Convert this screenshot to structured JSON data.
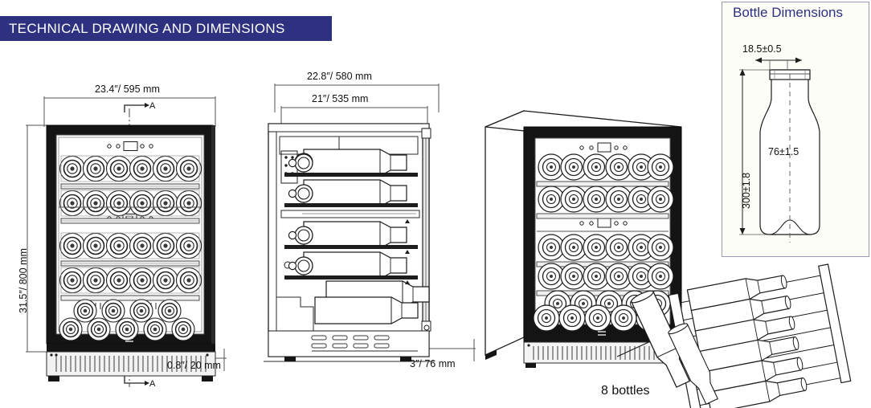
{
  "page": {
    "title": "TECHNICAL DRAWING AND DIMENSIONS",
    "background": "#ffffff",
    "accent_blue": "#2e3180"
  },
  "header": {
    "label": "TECHNICAL DRAWING AND DIMENSIONS"
  },
  "front_view": {
    "name": "front-elevation",
    "width_label": "23.4″/ 595 mm",
    "height_label": "31.5″/ 800 mm",
    "foot_label": "0.8″/ 20 mm",
    "section_marker_top": "A",
    "section_marker_bottom": "A",
    "rack_rows": 5,
    "bottles_per_row": 6
  },
  "section_view": {
    "name": "section-a-a",
    "depth_label": "22.8″/ 580 mm",
    "inner_depth_label": "21″/ 535 mm",
    "door_clearance_label": "3″/ 76 mm",
    "shelf_count": 5
  },
  "perspective_view": {
    "name": "perspective-cabinet",
    "rack_rows": 5
  },
  "bottle_panel": {
    "title": "Bottle Dimensions",
    "neck_label": "18.5±0.5",
    "body_label": "76±1.5",
    "height_label": "300±1.8",
    "border_color": "#9a9ab0",
    "background": "#fdfdf7"
  },
  "shelf_callout": {
    "label": "8 bottles",
    "bottle_count": 8
  }
}
